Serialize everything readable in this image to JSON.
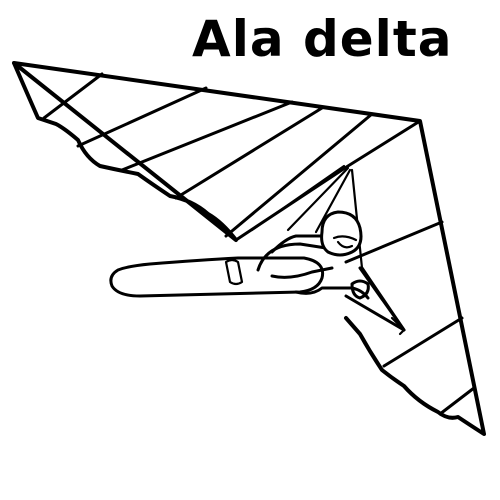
{
  "title": "Ala delta",
  "illustration": {
    "subject": "hang-glider",
    "style": "black-and-white line art",
    "background_color": "#ffffff",
    "ink_color": "#000000"
  }
}
